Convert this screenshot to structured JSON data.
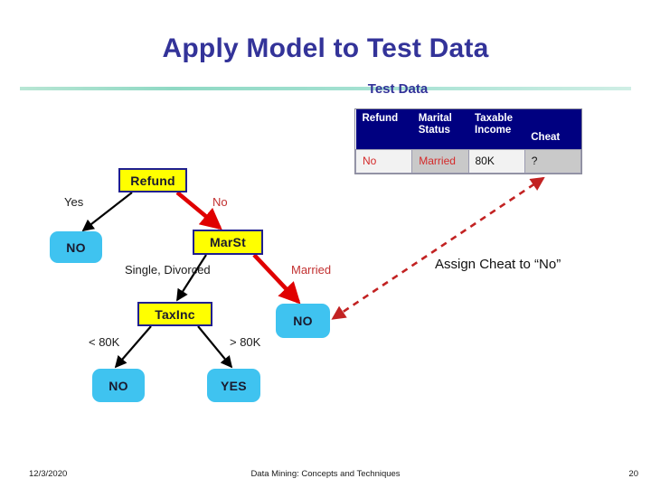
{
  "slide": {
    "title": "Apply Model to Test Data",
    "caption": "Test Data",
    "annotation": "Assign Cheat to “No”",
    "accent_title_color": "#333399",
    "divider_color": "#8fd9c4"
  },
  "test_table": {
    "columns": [
      "Refund",
      "Marital Status",
      "Taxable Income",
      "Cheat"
    ],
    "column_lines": [
      [
        "Refund"
      ],
      [
        "Marital",
        "Status"
      ],
      [
        "Taxable",
        "Income"
      ],
      [
        "Cheat"
      ]
    ],
    "rows": [
      {
        "refund": "No",
        "marital_status": "Married",
        "taxable_income": "80K",
        "cheat": "?"
      }
    ],
    "header_bg": "#000080",
    "header_fg": "#ffffff",
    "value_highlight_color": "#d42a2a"
  },
  "tree": {
    "nodes": [
      {
        "id": "refund",
        "label": "Refund",
        "kind": "decision"
      },
      {
        "id": "marst",
        "label": "MarSt",
        "kind": "decision"
      },
      {
        "id": "taxinc",
        "label": "TaxInc",
        "kind": "decision"
      },
      {
        "id": "refund_yes",
        "label": "NO",
        "kind": "leaf"
      },
      {
        "id": "married_no",
        "label": "NO",
        "kind": "leaf"
      },
      {
        "id": "low_no",
        "label": "NO",
        "kind": "leaf"
      },
      {
        "id": "high_yes",
        "label": "YES",
        "kind": "leaf"
      }
    ],
    "edges": [
      {
        "from": "refund",
        "to": "refund_yes",
        "label": "Yes",
        "active": false
      },
      {
        "from": "refund",
        "to": "marst",
        "label": "No",
        "active": true
      },
      {
        "from": "marst",
        "to": "taxinc",
        "label": "Single, Divorced",
        "active": false
      },
      {
        "from": "marst",
        "to": "married_no",
        "label": "Married",
        "active": true
      },
      {
        "from": "taxinc",
        "to": "low_no",
        "label": "< 80K",
        "active": false
      },
      {
        "from": "taxinc",
        "to": "high_yes",
        "label": "> 80K",
        "active": false
      }
    ],
    "decision_fill": "#ffff00",
    "decision_border": "#1f1f8f",
    "leaf_fill": "#3fc3f0",
    "active_path_color": "#e00000",
    "inactive_path_color": "#000000"
  },
  "footer": {
    "date": "12/3/2020",
    "title": "Data Mining: Concepts and Techniques",
    "page": "20"
  }
}
